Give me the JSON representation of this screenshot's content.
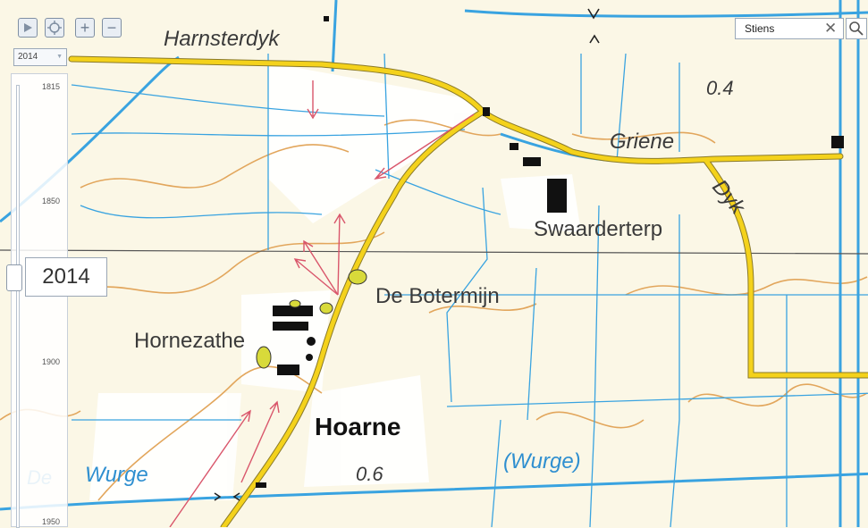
{
  "map": {
    "labels": {
      "harnsterdyk": "Harnsterdyk",
      "griene": "Griene",
      "dyk": "Dyk",
      "swaarderterp": "Swaarderterp",
      "de_botermijn": "De Botermijn",
      "hornezathe": "Hornezathe",
      "hoarne": "Hoarne",
      "wurge": "Wurge",
      "wurge_paren": "(Wurge)",
      "elev_04": "0.4",
      "elev_06": "0.6",
      "de_partial": "De"
    },
    "colors": {
      "road": "#f4d21b",
      "water": "#39a3e0",
      "contour": "#e2a65c",
      "arrow": "#d9566b",
      "land": "#fbf7e6"
    }
  },
  "controls": {
    "play_icon": "play-icon",
    "locate_icon": "locate-icon",
    "zoom_in": "+",
    "zoom_out": "−"
  },
  "timeline": {
    "selected_year": "2014",
    "select_value": "2014",
    "ticks": [
      "1815",
      "1850",
      "1900",
      "1950"
    ]
  },
  "search": {
    "value": "Stiens",
    "clear_icon": "✕"
  }
}
